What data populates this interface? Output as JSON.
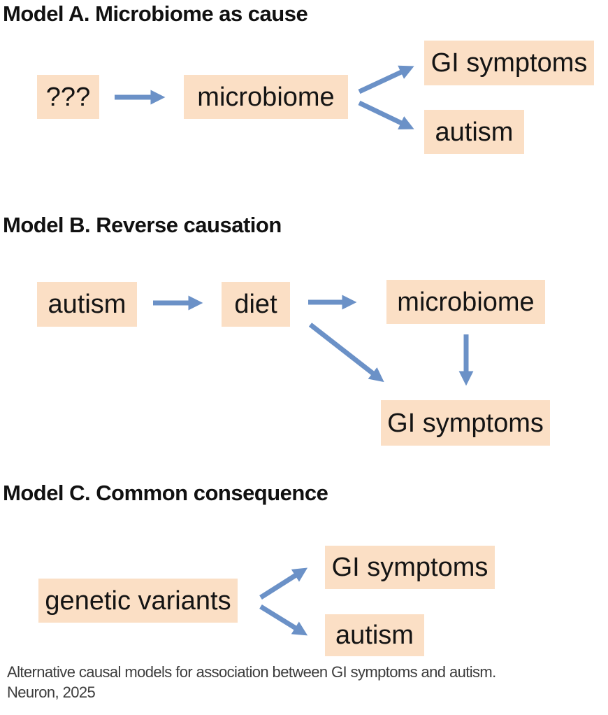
{
  "colors": {
    "box_fill": "#fbdfc5",
    "arrow": "#6b91c7",
    "title_text": "#111111",
    "box_text": "#141414",
    "caption_text": "#3c3c3c"
  },
  "models": {
    "a": {
      "title": "Model A. Microbiome as cause",
      "nodes": {
        "unknown": "???",
        "microbiome": "microbiome",
        "gi": "GI symptoms",
        "autism": "autism"
      },
      "edges": [
        "??? -> microbiome",
        "microbiome -> GI symptoms",
        "microbiome -> autism"
      ]
    },
    "b": {
      "title": "Model B. Reverse causation",
      "nodes": {
        "autism": "autism",
        "diet": "diet",
        "microbiome": "microbiome",
        "gi": "GI symptoms"
      },
      "edges": [
        "autism -> diet",
        "diet -> microbiome",
        "diet -> GI symptoms",
        "microbiome -> GI symptoms"
      ]
    },
    "c": {
      "title": "Model C. Common consequence",
      "nodes": {
        "genetic": "genetic variants",
        "gi": "GI symptoms",
        "autism": "autism"
      },
      "edges": [
        "genetic variants -> GI symptoms",
        "genetic variants -> autism"
      ]
    }
  },
  "caption": {
    "line1": "Alternative causal models for association between GI symptoms and autism.",
    "line2": "Neuron, 2025"
  }
}
